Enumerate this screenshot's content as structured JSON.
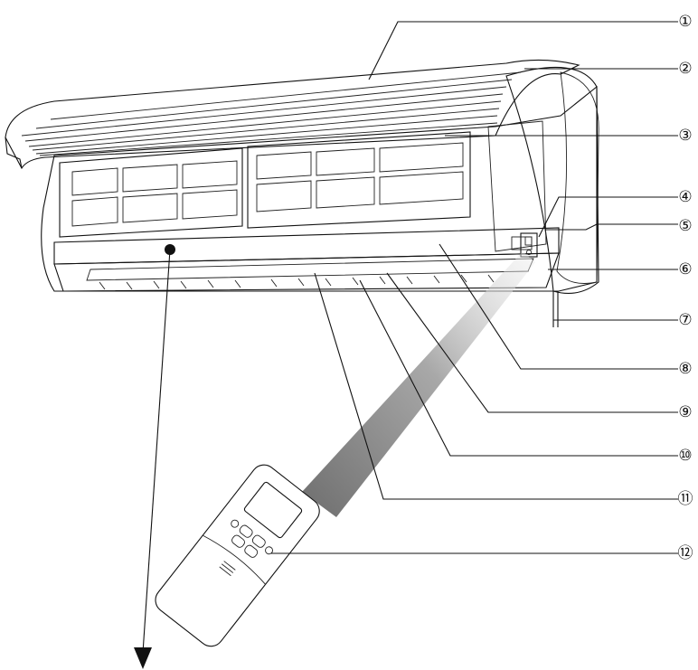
{
  "callouts": [
    {
      "label": "①"
    },
    {
      "label": "②"
    },
    {
      "label": "③"
    },
    {
      "label": "④"
    },
    {
      "label": "⑤"
    },
    {
      "label": "⑥"
    },
    {
      "label": "⑦"
    },
    {
      "label": "⑧"
    },
    {
      "label": "⑨"
    },
    {
      "label": "⑩"
    },
    {
      "label": "⑪"
    },
    {
      "label": "⑫"
    }
  ],
  "colors": {
    "line": "#111111",
    "panel_gray": "#d9d9d9",
    "strip_dark": "#9a9a9a",
    "beam_light": "#e6e6e6",
    "beam_dark": "#8c8c8c"
  }
}
